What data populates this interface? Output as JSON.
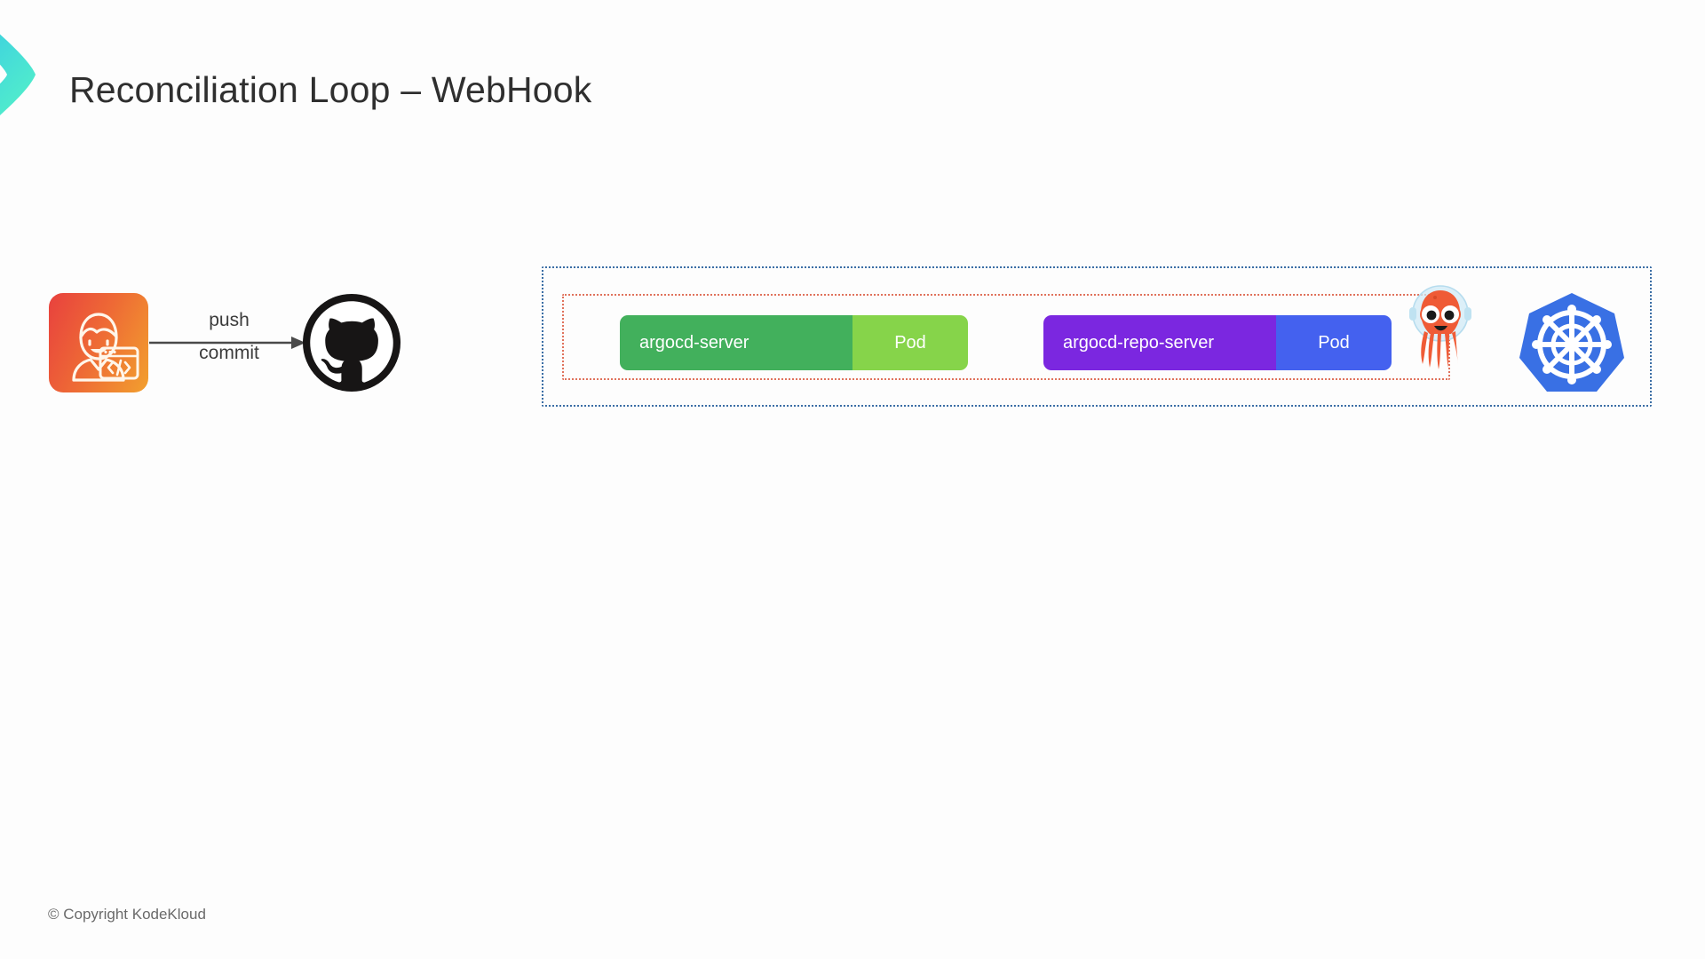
{
  "slide": {
    "title": "Reconciliation Loop – WebHook",
    "background_color": "#fdfdfd",
    "footer": "© Copyright KodeKloud"
  },
  "brand": {
    "logo_name": "kodekloud-chevron-logo",
    "gradient_from": "#35c6e8",
    "gradient_to": "#4ef0cf"
  },
  "flow": {
    "source": {
      "icon_name": "developer-icon",
      "gradient_from": "#e8413e",
      "gradient_to": "#f2a02e"
    },
    "arrow": {
      "label_above": "push",
      "label_below": "commit",
      "color": "#4a4a4a"
    },
    "target": {
      "icon_name": "github-octocat-logo",
      "color": "#171515"
    }
  },
  "cluster": {
    "outer_border_color": "#3b6ea5",
    "inner_border_color": "#e0725c",
    "components": [
      {
        "name": "argocd-server",
        "kind": "Pod",
        "name_color": "#42b05c",
        "kind_color": "#86d44a"
      },
      {
        "name": "argocd-repo-server",
        "kind": "Pod",
        "name_color": "#7b27e0",
        "kind_color": "#4461ef"
      }
    ],
    "mascot": {
      "icon_name": "argocd-octopus-logo",
      "body_color": "#ef5b36",
      "helmet_color": "#cfe9f5"
    },
    "platform": {
      "icon_name": "kubernetes-logo",
      "color": "#3970e4"
    }
  }
}
